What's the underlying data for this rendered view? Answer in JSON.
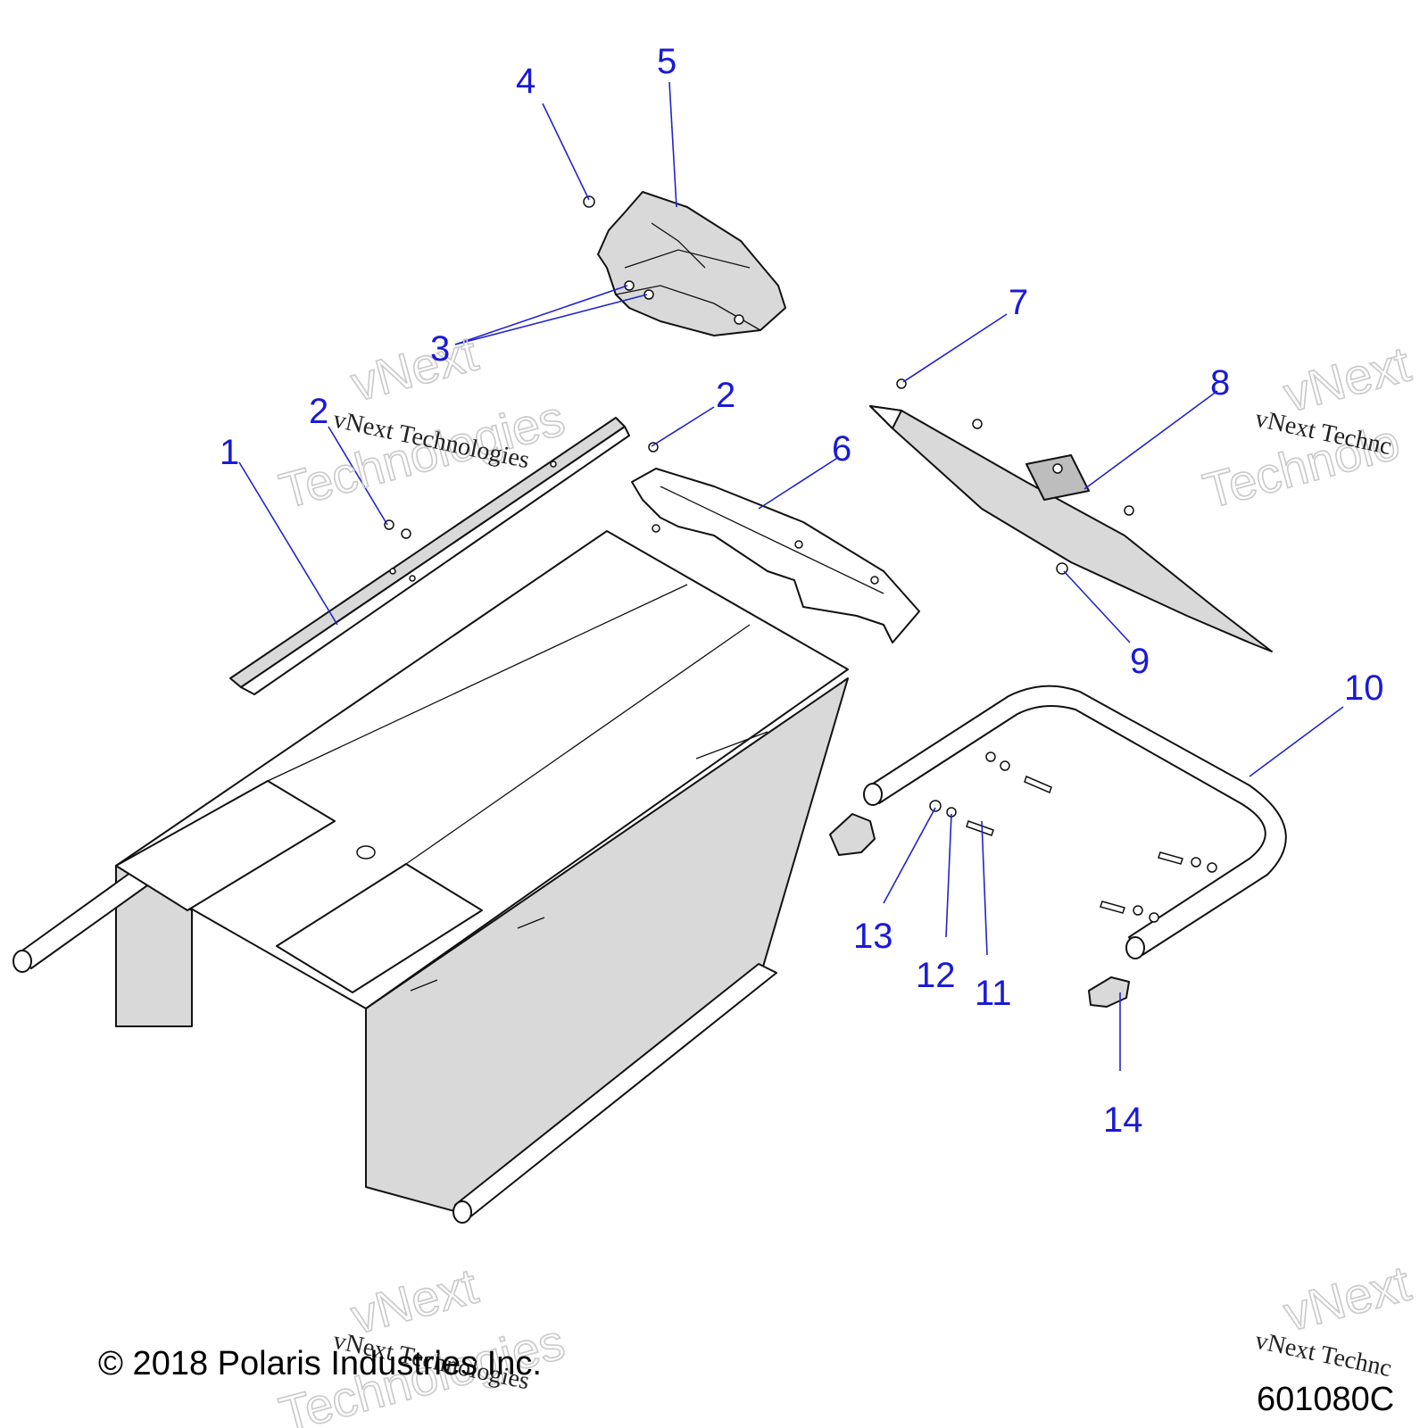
{
  "callouts": [
    {
      "label": "1"
    },
    {
      "label": "2"
    },
    {
      "label": "2"
    },
    {
      "label": "3"
    },
    {
      "label": "4"
    },
    {
      "label": "5"
    },
    {
      "label": "6"
    },
    {
      "label": "7"
    },
    {
      "label": "8"
    },
    {
      "label": "9"
    },
    {
      "label": "10"
    },
    {
      "label": "11"
    },
    {
      "label": "12"
    },
    {
      "label": "13"
    },
    {
      "label": "14"
    }
  ],
  "watermark": {
    "brand_top": "vNext",
    "brand_bottom": "Technologies",
    "small": "vNext Technologies",
    "small_cut": "vNext Technc",
    "brand_cut_top": "vNext",
    "brand_cut_bottom": "Technolo"
  },
  "footer": {
    "copyright": "© 2018 Polaris Industries Inc.",
    "figure_id": "601080C"
  },
  "colors": {
    "callout": "#1a1ad6",
    "line_art": "#111111",
    "watermark": "#c9c9c9"
  }
}
